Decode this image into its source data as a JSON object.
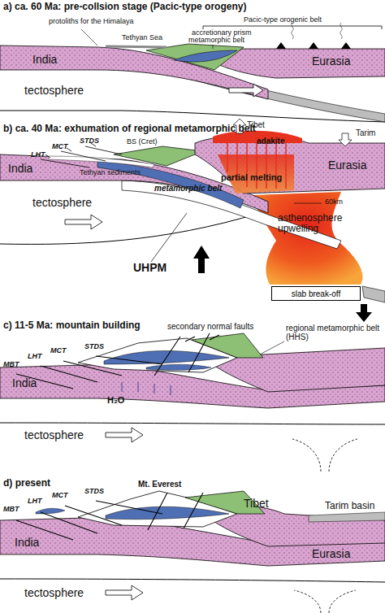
{
  "diagram": {
    "nodes": [
      {
        "text": [
          "slab break-off"
        ]
      }
    ],
    "labels": [
      "a) ca. 60 Ma: pre-collsion stage (Pacic-type orogeny)",
      "protoliths for the Himalaya",
      "Tethyan Sea",
      "accretionary prism",
      "Pacic-type orogenic belt",
      "metamorphic belt",
      "India",
      "Eurasia",
      "tectosphere",
      "b) ca. 40 Ma: exhumation of regional metamorphic belt",
      "LHT",
      "MCT",
      "STDS",
      "BS (Cret)",
      "Tibet",
      "adakite",
      "Tarim",
      "India",
      "Tethyan sediments",
      "metamorphic belt",
      "partial melting",
      "Eurasia",
      "60km",
      "asthenosphere upwelling",
      "tectosphere",
      "UHPM",
      "c) 11-5 Ma: mountain building",
      "secondary normal faults",
      "regional metamorphic belt (HHS)",
      "MBT",
      "LHT",
      "MCT",
      "STDS",
      "India",
      "H₂O",
      "tectosphere",
      "d) present",
      "Mt. Everest",
      "MBT",
      "LHT",
      "MCT",
      "STDS",
      "Tibet",
      "Tarim basin",
      "India",
      "Eurasia",
      "tectosphere"
    ]
  }
}
